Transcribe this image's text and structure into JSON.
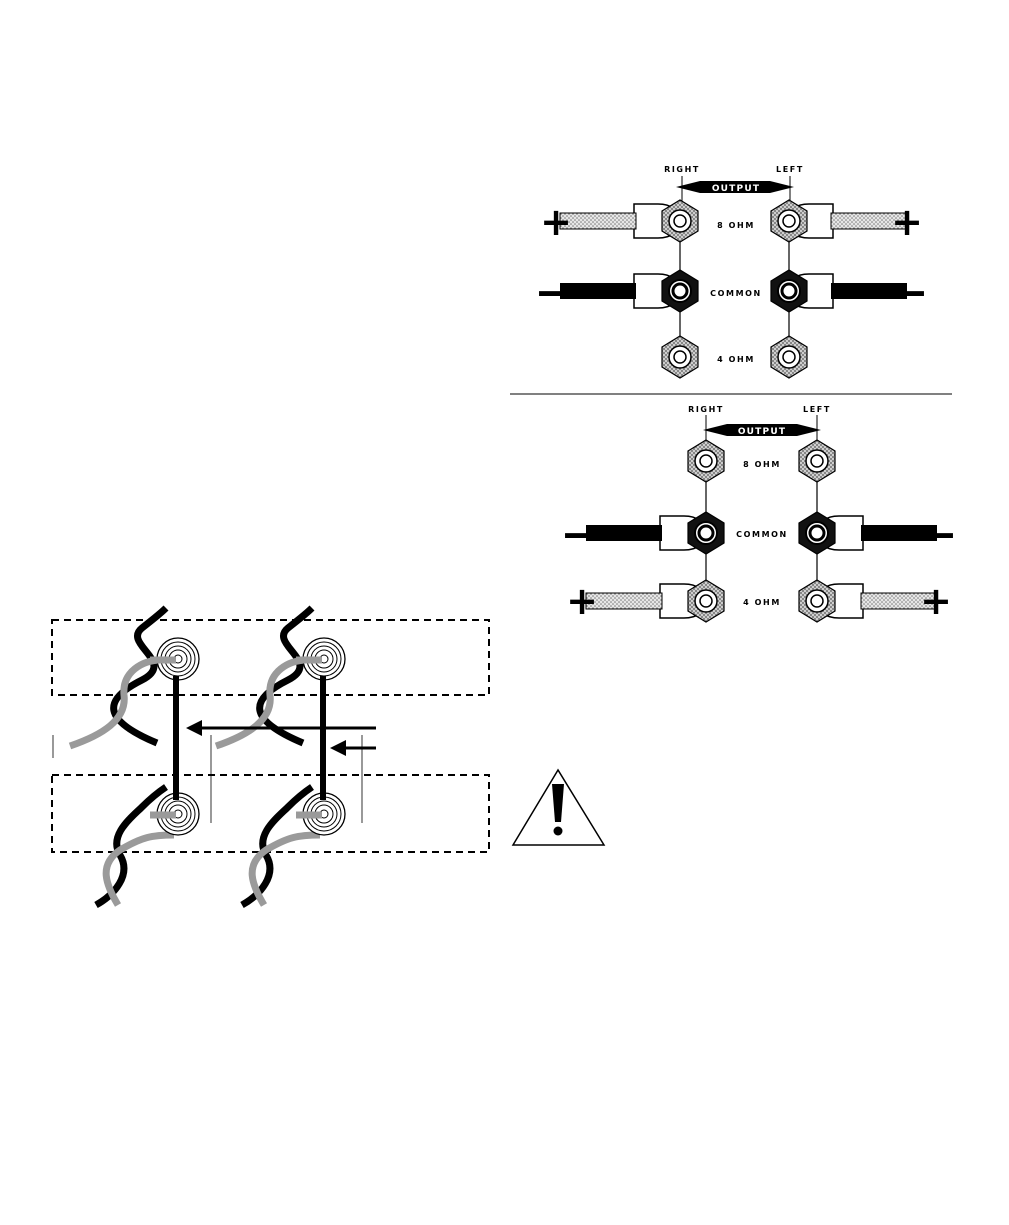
{
  "top_panel": {
    "right": "RIGHT",
    "left": "LEFT",
    "output": "OUTPUT",
    "ohm8": "8 OHM",
    "common": "COMMON",
    "ohm4": "4 OHM",
    "plus_left": "+",
    "plus_right": "+",
    "minus_left": "—",
    "minus_right": "—"
  },
  "bottom_panel": {
    "right": "RIGHT",
    "left": "LEFT",
    "output": "OUTPUT",
    "ohm8": "8 OHM",
    "common": "COMMON",
    "ohm4": "4 OHM",
    "plus_left": "+",
    "plus_right": "+",
    "minus_left": "—",
    "minus_right": "—"
  },
  "icons": {
    "warning": "warning-triangle-icon"
  },
  "colors": {
    "ink": "#000000",
    "wire_grey": "#9a9a9a",
    "knurl_grey": "#b8b8b8"
  }
}
